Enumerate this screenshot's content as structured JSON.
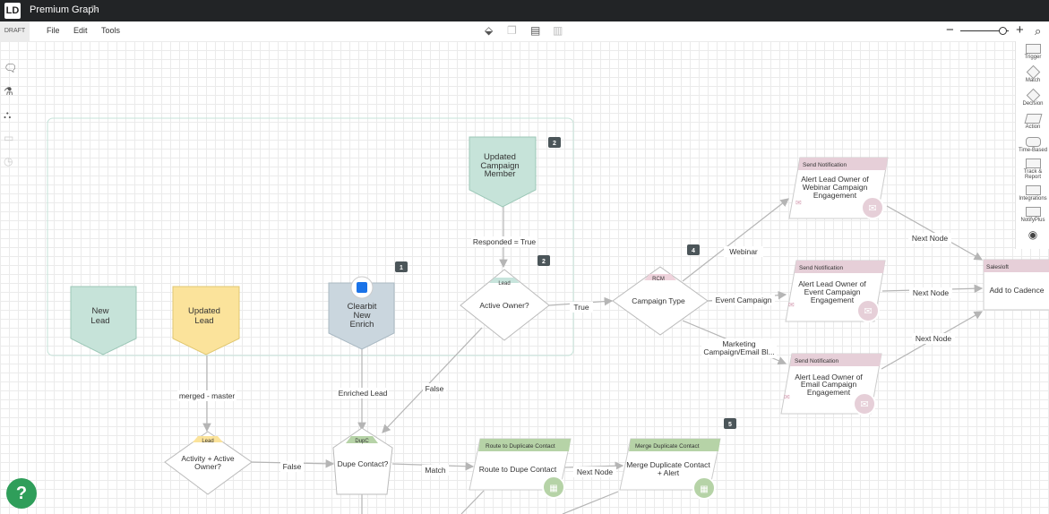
{
  "app": {
    "title": "Premium Graph",
    "logo_text": "LD",
    "draft_label": "DRAFT"
  },
  "menu": [
    "File",
    "Edit",
    "Tools"
  ],
  "palette": [
    "Trigger",
    "Match",
    "Decision",
    "Action",
    "Time-Based",
    "Track &",
    "Report",
    "Integrations",
    "NotifyPlus"
  ],
  "help_label": "?",
  "nodes": {
    "new_lead": [
      "New",
      "Lead"
    ],
    "updated_lead": [
      "Updated",
      "Lead"
    ],
    "clearbit": [
      "Clearbit",
      "New",
      "Enrich"
    ],
    "updated_campaign": [
      "Updated",
      "Campaign",
      "Member"
    ],
    "active_owner": {
      "tag": "Lead",
      "label": "Active Owner?"
    },
    "campaign_type": {
      "tag": "RCM",
      "label": "Campaign Type"
    },
    "activity_active": {
      "tag": "Lead",
      "label": [
        "Activity + Active",
        "Owner?"
      ]
    },
    "dupe_contact": {
      "tag": "DupC",
      "label": "Dupe Contact?"
    },
    "notif_webinar": {
      "header": "Send Notification",
      "body": [
        "Alert Lead Owner of",
        "Webinar Campaign",
        "Engagement"
      ]
    },
    "notif_event": {
      "header": "Send Notification",
      "body": [
        "Alert Lead Owner of",
        "Event Campaign",
        "Engagement"
      ]
    },
    "notif_email": {
      "header": "Send Notification",
      "body": [
        "Alert Lead Owner of",
        "Email Campaign",
        "Engagement"
      ]
    },
    "salesloft": {
      "header": "Salesloft",
      "body": "Add to Cadence"
    },
    "route_dupe": {
      "header": "Route to Duplicate Contact",
      "body": "Route to Dupe Contact"
    },
    "merge_dupe": {
      "header": "Merge Duplicate Contact",
      "body": [
        "Merge Duplicate Contact",
        "+ Alert"
      ]
    }
  },
  "edges": {
    "responded_true": "Responded = True",
    "true_label": "True",
    "webinar": "Webinar",
    "event_campaign": "Event Campaign",
    "marketing": [
      "Marketing",
      "Campaign/Email Bl..."
    ],
    "next_node_1": "Next Node",
    "next_node_2": "Next Node",
    "next_node_3": "Next Node",
    "next_node_4": "Next Node",
    "merged_master": "merged - master",
    "enriched_lead": "Enriched Lead",
    "false_1": "False",
    "false_2": "False",
    "match": "Match"
  },
  "badges": {
    "b_campaign": "2",
    "b_active": "2",
    "b_clearbit": "1",
    "b_ctype": "4",
    "b_merge": "5"
  },
  "colors": {
    "teal": "#c6e3d9",
    "yellow": "#fbe39b",
    "gray": "#cad6de",
    "pink_header": "#e6cfd8",
    "green_header": "#b6d3a7",
    "lead_tag": "#c7e4dc",
    "rcm_tag": "#efd3dc",
    "dupc_tag": "#b6d3a7"
  }
}
